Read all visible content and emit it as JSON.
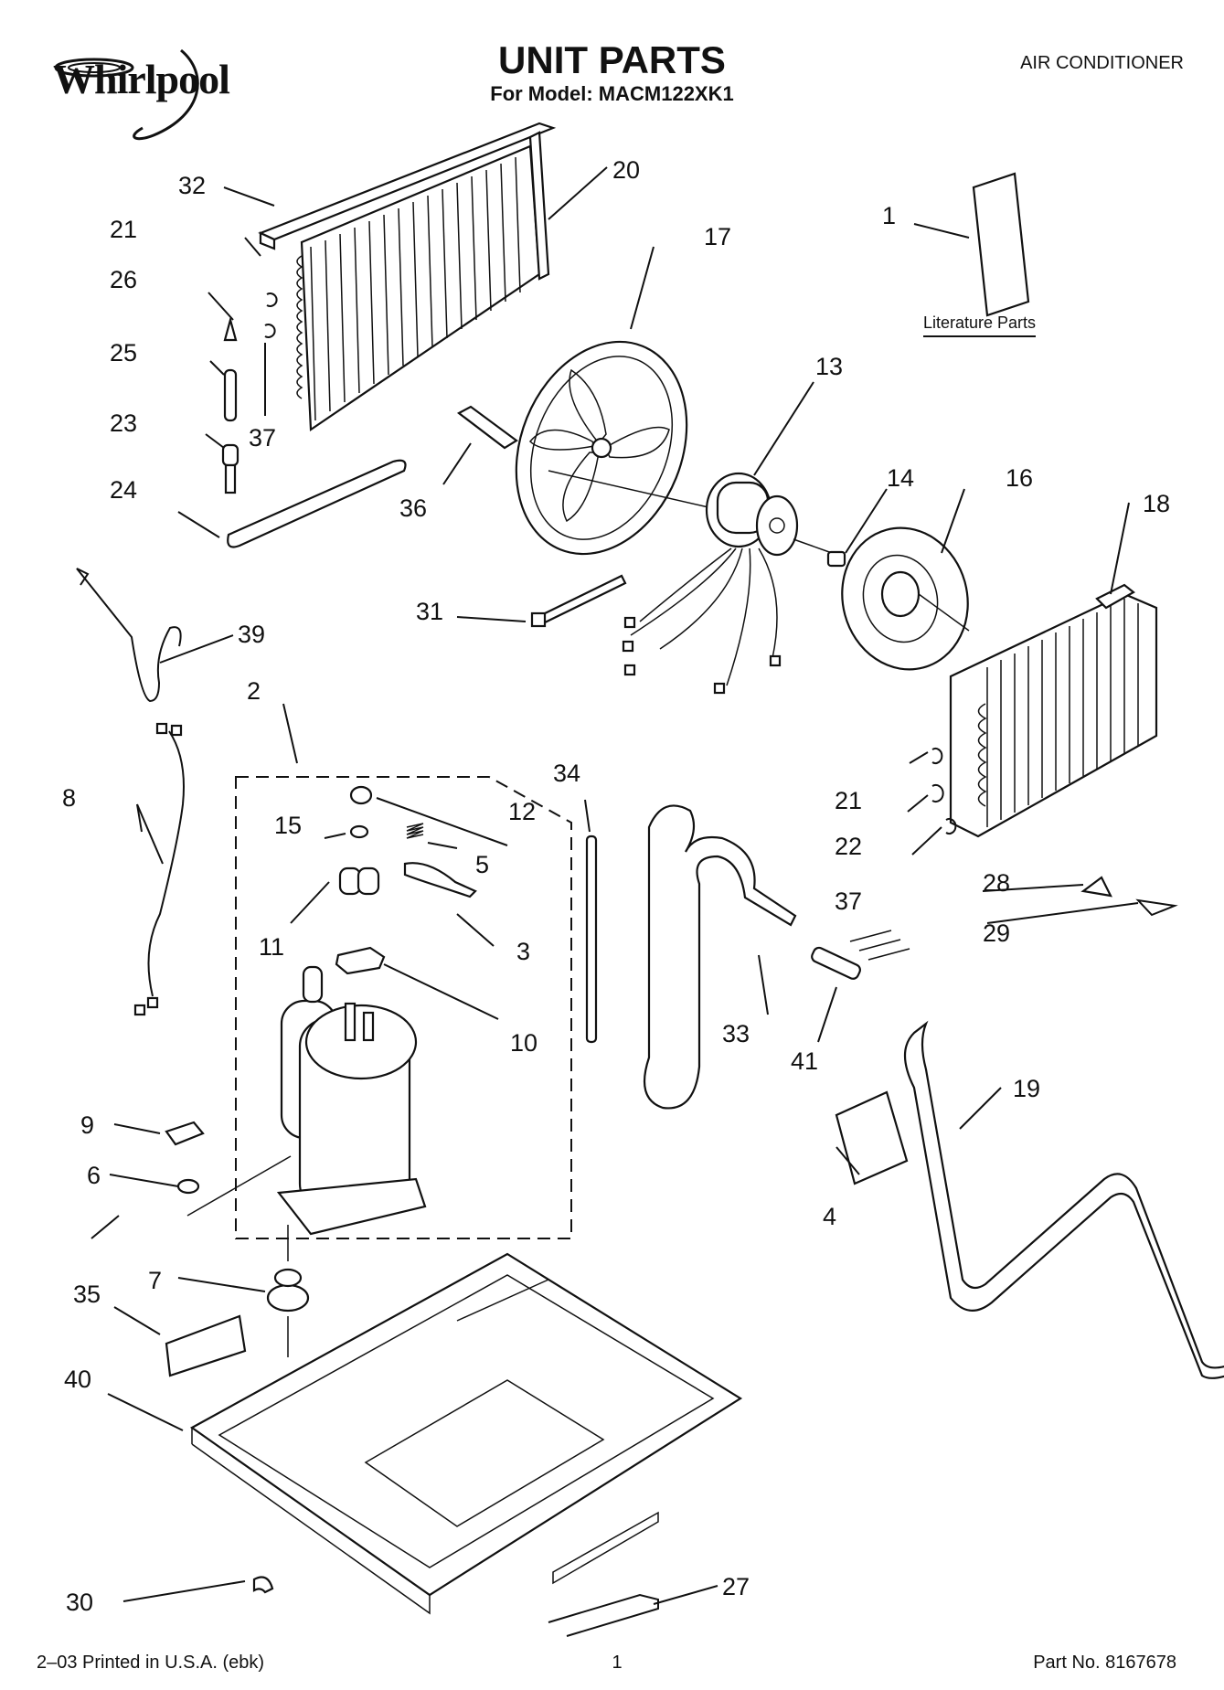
{
  "header": {
    "brand": "Whirlpool",
    "title": "UNIT PARTS",
    "subtitle": "For Model: MACM122XK1",
    "category": "AIR CONDITIONER"
  },
  "literature_label": "Literature Parts",
  "footer": {
    "left": "2–03 Printed in U.S.A. (ebk)",
    "page": "1",
    "part_no": "Part No. 8167678"
  },
  "callouts": [
    {
      "id": "c1",
      "text": "1"
    },
    {
      "id": "c2",
      "text": "2"
    },
    {
      "id": "c3",
      "text": "3"
    },
    {
      "id": "c4",
      "text": "4"
    },
    {
      "id": "c5",
      "text": "5"
    },
    {
      "id": "c6",
      "text": "6"
    },
    {
      "id": "c7",
      "text": "7"
    },
    {
      "id": "c8",
      "text": "8"
    },
    {
      "id": "c9",
      "text": "9"
    },
    {
      "id": "c10",
      "text": "10"
    },
    {
      "id": "c11",
      "text": "11"
    },
    {
      "id": "c12",
      "text": "12"
    },
    {
      "id": "c13",
      "text": "13"
    },
    {
      "id": "c14",
      "text": "14"
    },
    {
      "id": "c15",
      "text": "15"
    },
    {
      "id": "c16",
      "text": "16"
    },
    {
      "id": "c17",
      "text": "17"
    },
    {
      "id": "c18",
      "text": "18"
    },
    {
      "id": "c19",
      "text": "19"
    },
    {
      "id": "c20",
      "text": "20"
    },
    {
      "id": "c21a",
      "text": "21"
    },
    {
      "id": "c21b",
      "text": "21"
    },
    {
      "id": "c22",
      "text": "22"
    },
    {
      "id": "c23",
      "text": "23"
    },
    {
      "id": "c24",
      "text": "24"
    },
    {
      "id": "c25",
      "text": "25"
    },
    {
      "id": "c26",
      "text": "26"
    },
    {
      "id": "c27",
      "text": "27"
    },
    {
      "id": "c28",
      "text": "28"
    },
    {
      "id": "c29",
      "text": "29"
    },
    {
      "id": "c30",
      "text": "30"
    },
    {
      "id": "c31",
      "text": "31"
    },
    {
      "id": "c32",
      "text": "32"
    },
    {
      "id": "c33",
      "text": "33"
    },
    {
      "id": "c34",
      "text": "34"
    },
    {
      "id": "c35",
      "text": "35"
    },
    {
      "id": "c36",
      "text": "36"
    },
    {
      "id": "c37a",
      "text": "37"
    },
    {
      "id": "c37b",
      "text": "37"
    },
    {
      "id": "c39",
      "text": "39"
    },
    {
      "id": "c40",
      "text": "40"
    },
    {
      "id": "c41",
      "text": "41"
    }
  ]
}
